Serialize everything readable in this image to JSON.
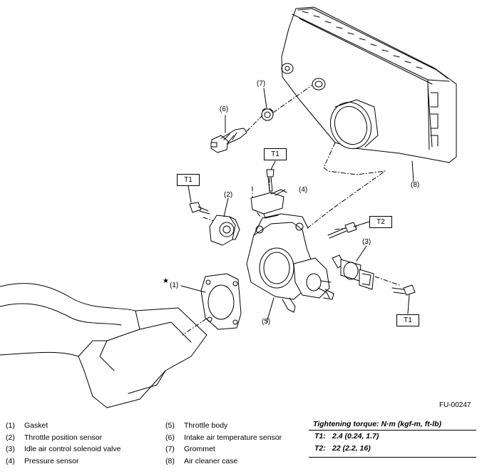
{
  "figure_id": "FU-00247",
  "star": "★",
  "callouts": {
    "c1": "(1)",
    "c2": "(2)",
    "c3": "(3)",
    "c4": "(4)",
    "c5": "(5)",
    "c6": "(6)",
    "c7": "(7)",
    "c8": "(8)"
  },
  "torque_tags": {
    "t1": "T1",
    "t2": "T2"
  },
  "legend": [
    {
      "num": "(1)",
      "label": "Gasket"
    },
    {
      "num": "(2)",
      "label": "Throttle position sensor"
    },
    {
      "num": "(3)",
      "label": "Idle air control solenoid valve"
    },
    {
      "num": "(4)",
      "label": "Pressure sensor"
    },
    {
      "num": "(5)",
      "label": "Throttle body"
    },
    {
      "num": "(6)",
      "label": "Intake air temperature sensor"
    },
    {
      "num": "(7)",
      "label": "Grommet"
    },
    {
      "num": "(8)",
      "label": "Air cleaner case"
    }
  ],
  "torque": {
    "title": "Tightening torque: N·m (kgf-m, ft-lb)",
    "rows": [
      {
        "key": "T1:",
        "value": "2.4 (0.24, 1.7)"
      },
      {
        "key": "T2:",
        "value": "22 (2.2, 16)"
      }
    ]
  }
}
